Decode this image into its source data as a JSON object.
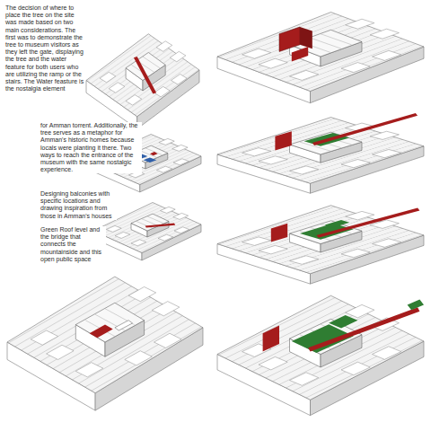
{
  "diagram": {
    "labels": [
      "The decision of where to place the tree on the site was made based on two main considerations. The first was to demonstrate the tree to museum visitors as they left the gate, displaying the tree and the water feature for both users who are utilizing the ramp or the stairs. The Water feasture is the nostalgia element",
      "for Amman torrent. Additionally, the tree serves as a metaphor for Amman's historic homes because locals were planting it there. Two ways to reach the entrance of the museum with the same nostalgic experience.",
      "Designing balconies with specific locations and drawing inspiration from those in Amman's houses",
      "Green Roof level and the bridge that connects the mountainside and this open public space"
    ]
  }
}
